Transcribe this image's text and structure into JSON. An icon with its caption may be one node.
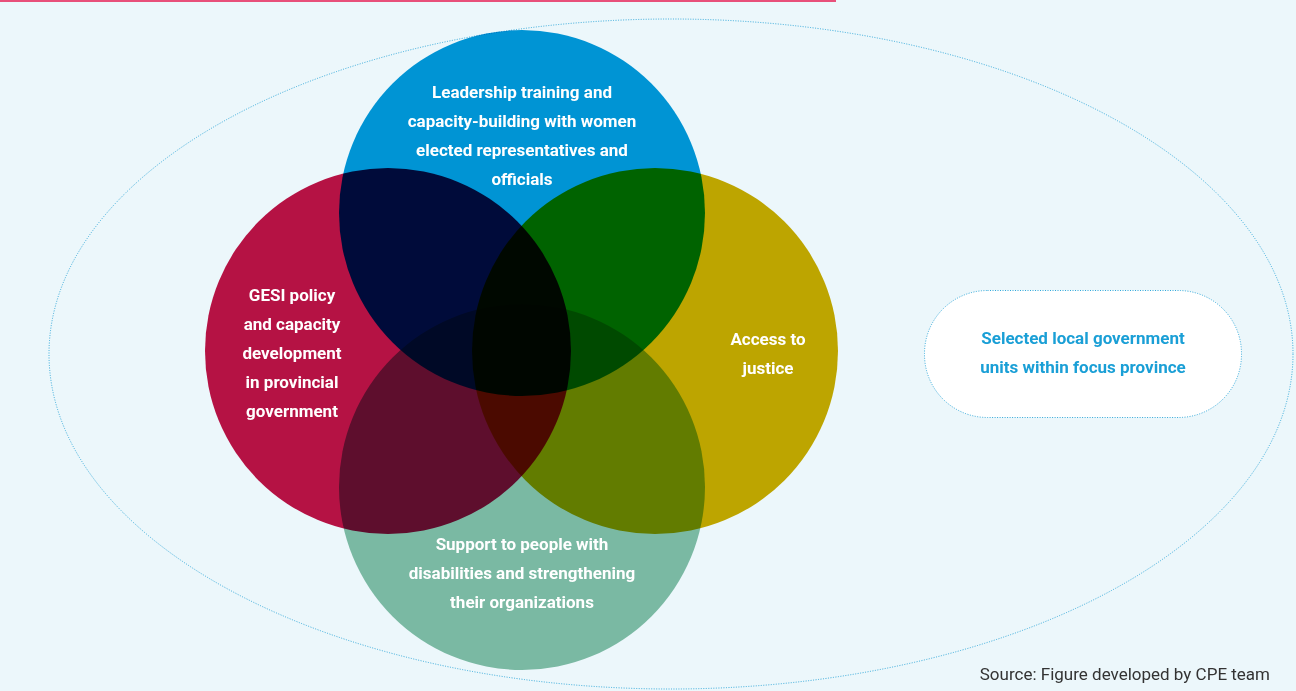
{
  "diagram": {
    "caption": "Source: Figure developed by CPE team",
    "nodes": [
      {
        "text": [],
        "shape": "ellipse"
      },
      {
        "text": [
          "Leadership training and capacity-building with women elected representatives and officials"
        ],
        "in": 0
      },
      {
        "text": [
          "GESI policy and capacity development in provincial government"
        ],
        "in": 0
      },
      {
        "text": [
          "Access to justice"
        ],
        "in": 0
      },
      {
        "text": [
          "Support to people with disabilities and strengthening their organizations"
        ],
        "in": 0
      },
      {
        "text": [
          "Selected local government units within focus province"
        ],
        "in": 0
      }
    ],
    "edges": []
  }
}
